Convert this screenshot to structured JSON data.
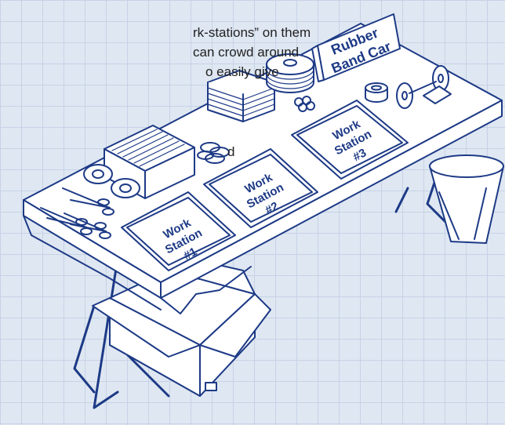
{
  "caption": {
    "line1": "rk-stations” on them",
    "line2": "can crowd around",
    "line3": "o easily give",
    "line4": "d"
  },
  "sign": {
    "line1": "Rubber",
    "line2": "Band Car"
  },
  "stations": [
    {
      "line1": "Work",
      "line2": "Station",
      "line3": "#1"
    },
    {
      "line1": "Work",
      "line2": "Station",
      "line3": "#2"
    },
    {
      "line1": "Work",
      "line2": "Station",
      "line3": "#3"
    }
  ],
  "colors": {
    "ink": "#1d3a86",
    "paper": "#ffffff",
    "grid": "#c6d3e6",
    "background": "#dfe7f2"
  }
}
